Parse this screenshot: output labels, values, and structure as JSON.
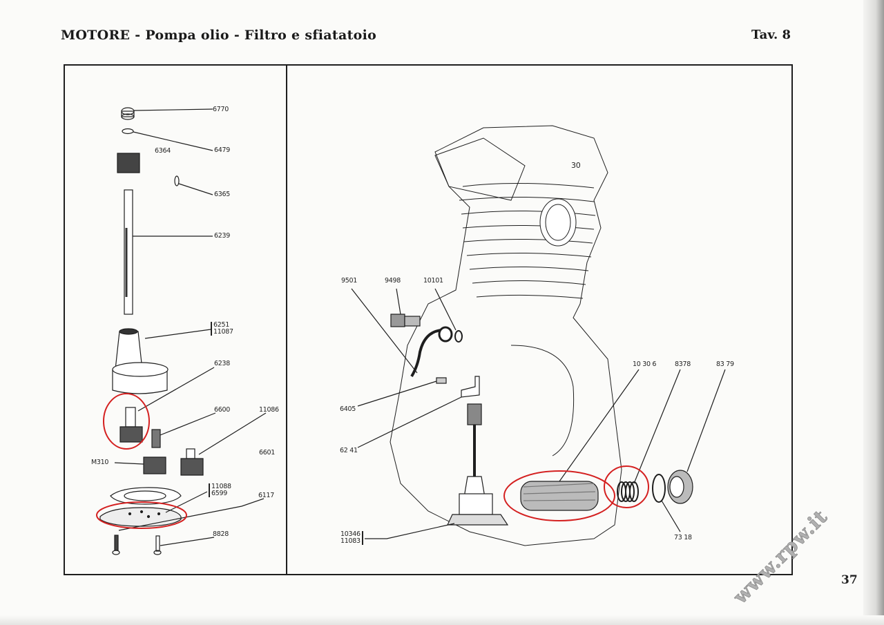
{
  "header": {
    "title": "MOTORE - Pompa olio - Filtro e sfiatatoio",
    "plate": "Tav. 8"
  },
  "page_number": "37",
  "watermark": "www.rpw.it",
  "left_panel": {
    "part_labels": {
      "p6770": "6770",
      "p6479": "6479",
      "p6364": "6364",
      "p6365": "6365",
      "p6239": "6239",
      "p6251": "6251",
      "p11087": "11087",
      "p6238": "6238",
      "p6600": "6600",
      "p11086": "11086",
      "p6601": "6601",
      "pM310": "M310",
      "p11088": "11088",
      "p6599": "6599",
      "p6117": "6117",
      "p8828": "8828"
    }
  },
  "right_panel": {
    "engine_mark": "30",
    "part_labels": {
      "p9501": "9501",
      "p9498": "9498",
      "p10101": "10101",
      "p6405": "6405",
      "p6241": "62 41",
      "p10346": "10346",
      "p11083": "11083",
      "p10306": "10 30 6",
      "p8378": "8378",
      "p8379": "83 79",
      "p7318": "73 18"
    }
  },
  "highlight_color": "#d42020"
}
